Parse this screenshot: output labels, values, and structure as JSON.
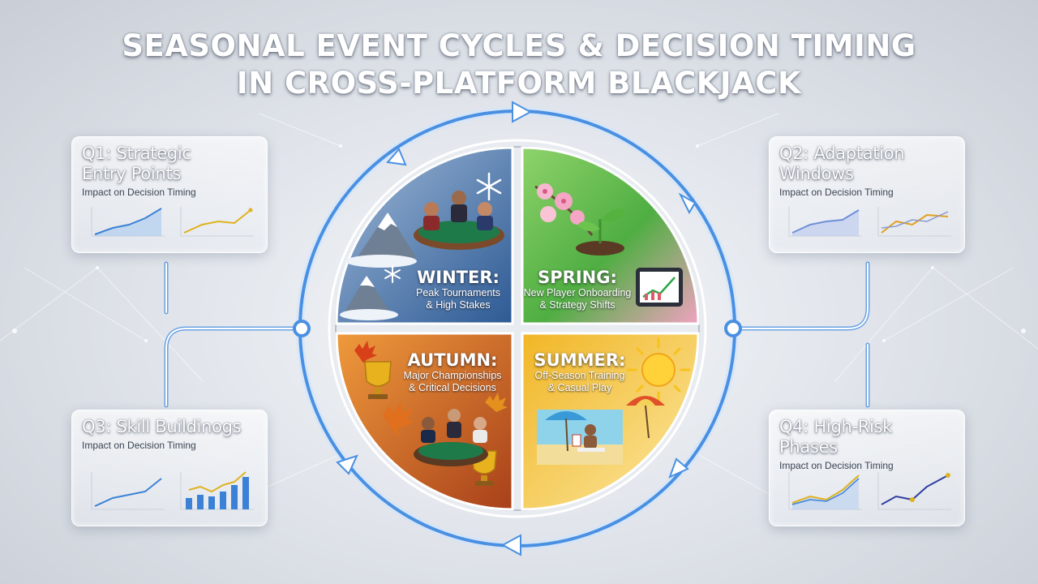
{
  "title_line1": "SEASONAL EVENT CYCLES & DECISION TIMING",
  "title_line2": "IN CROSS-PLATFORM BLACKJACK",
  "cards": [
    {
      "title": "Q1: Strategic Entry Points",
      "subtitle": "Impact on Decision Timing",
      "accent": "#3b82d6",
      "accent2": "#e0b21e"
    },
    {
      "title": "Q2: Adaptation Windows",
      "subtitle": "Impact on Decision Timing",
      "accent": "#6f8fd8",
      "accent2": "#e0a020"
    },
    {
      "title": "Q3: Skill Buildinogs",
      "subtitle": "Impact on Decision Timing",
      "accent": "#3b82d6",
      "accent2": "#e0b21e"
    },
    {
      "title": "Q4: High-Risk Phases",
      "subtitle": "Impact on Decision Timing",
      "accent": "#2f5fc0",
      "accent2": "#e0b21e"
    }
  ],
  "seasons": {
    "winter": {
      "name": "WINTER:",
      "line1": "Peak Tournaments",
      "line2": "& High Stakes",
      "color": "#2f5f9e"
    },
    "spring": {
      "name": "SPRING:",
      "line1": "New Player Onboarding",
      "line2": "& Strategy Shifts",
      "color": "#5ab848"
    },
    "autumn": {
      "name": "AUTUMN:",
      "line1": "Major Championships",
      "line2": "& Critical Decisions",
      "color": "#c95a1c"
    },
    "summer": {
      "name": "SUMMER:",
      "line1": "Off-Season Training",
      "line2": "& Casual Play",
      "color": "#e8b418"
    }
  },
  "icons": [
    "snowflake-icon",
    "mountain-icon",
    "cherry-blossom-icon",
    "sprout-icon",
    "tablet-chart-icon",
    "maple-leaf-icon",
    "trophy-icon",
    "sun-icon",
    "beach-umbrella-icon",
    "card-table-icon"
  ],
  "colors": {
    "ring": "#4a90e2",
    "node": "#7fc4ff"
  }
}
